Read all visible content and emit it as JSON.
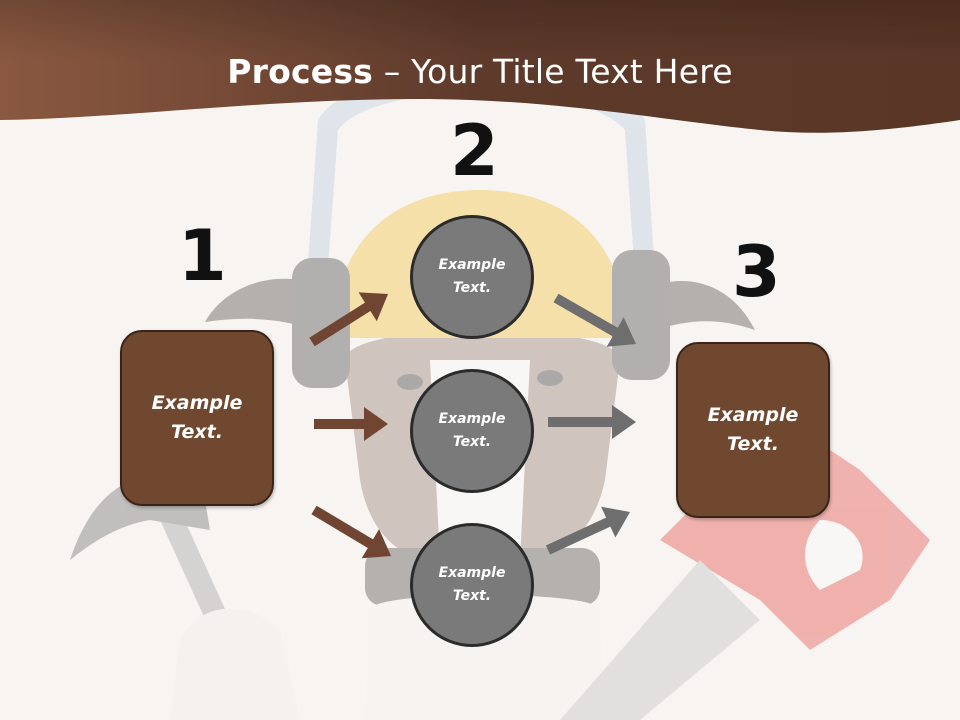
{
  "title": {
    "strong": "Process",
    "rest": " – Your Title Text Here"
  },
  "steps": {
    "one": "1",
    "two": "2",
    "three": "3"
  },
  "left_box": {
    "text": "Example\nText."
  },
  "right_box": {
    "text": "Example\nText."
  },
  "circles": [
    {
      "text": "Example\nText."
    },
    {
      "text": "Example\nText."
    },
    {
      "text": "Example\nText."
    }
  ],
  "colors": {
    "header": "#6b4131",
    "box_fill": "#70482f",
    "circle_fill": "#7a7a7a",
    "arrow_brown": "#704531",
    "arrow_gray": "#6e6e6e",
    "background": "#f7f4f2"
  },
  "background_image": {
    "depicts": "dog-in-hard-hat-with-hammer-and-saw"
  }
}
